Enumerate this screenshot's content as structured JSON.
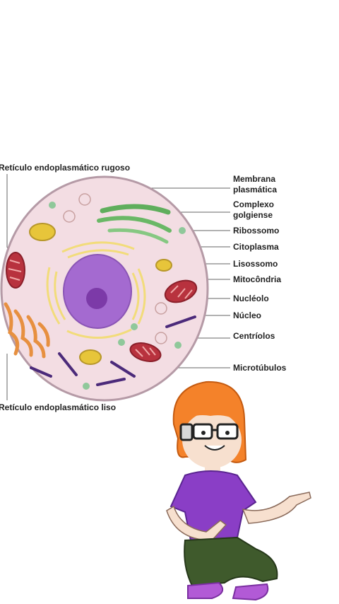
{
  "diagram": {
    "labels": {
      "rer": "Retículo endoplasmático rugoso",
      "rel": "Retículo endoplasmático liso",
      "membrana": "Membrana\nplasmática",
      "golgi": "Complexo\ngolgiense",
      "ribossomo": "Ribossomo",
      "citoplasma": "Citoplasma",
      "lisossomo": "Lisossomo",
      "mitocondria": "Mitocôndria",
      "nucleolo": "Nucléolo",
      "nucleo": "Núcleo",
      "centriolos": "Centríolos",
      "microtubulos": "Microtúbulos"
    },
    "colors": {
      "cytoplasm": "#f3dde3",
      "membrane": "#b59aa6",
      "nucleus": "#a46ad0",
      "nucleolus": "#7c3aa8",
      "golgi": "#6ab866",
      "lysosome": "#e7c53a",
      "mitochondria": "#b8323e",
      "er": "#f2dc7a",
      "smooth_er": "#e79040",
      "microtubule": "#4b2a7a",
      "ribosome": "#8fc89a"
    }
  },
  "character": {
    "hair": "#f4822a",
    "shirt": "#8a3ec6",
    "pants": "#3f5a2c",
    "shoes": "#b25ad6",
    "skin": "#f7e0cf"
  }
}
